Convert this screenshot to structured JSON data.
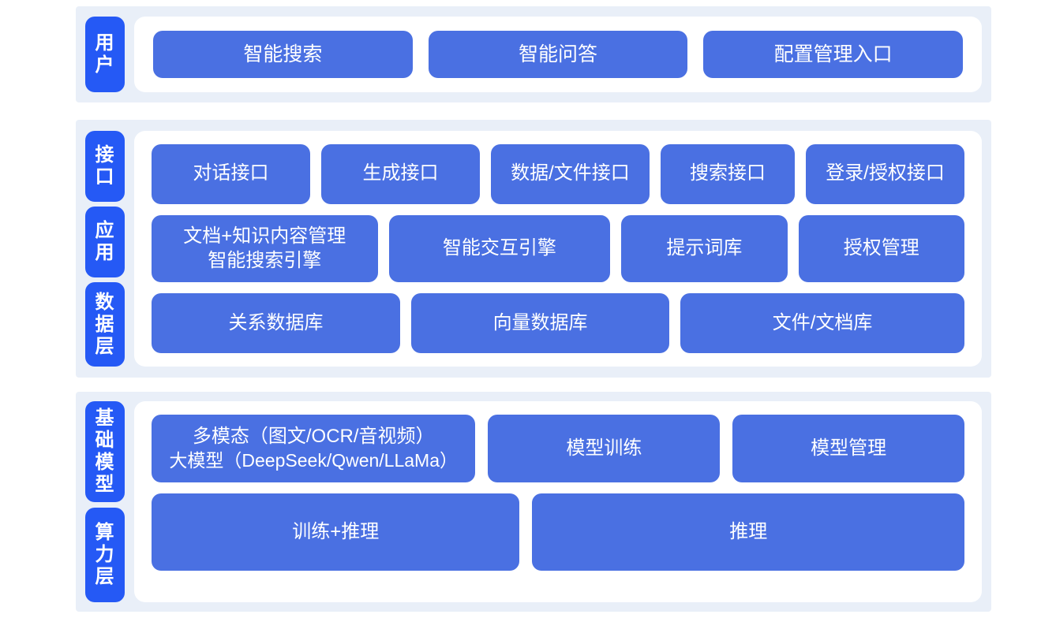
{
  "colors": {
    "tab_blue": "#2559f5",
    "box_blue": "#4a70e2",
    "section_bg": "#e9eff8",
    "card_bg": "#ffffff",
    "text_on_blue": "#ffffff"
  },
  "sections": [
    {
      "id": "user",
      "tabs": [
        {
          "label": "用户"
        }
      ],
      "rows": [
        {
          "id": "user-entries",
          "boxes": [
            {
              "line1": "智能搜索"
            },
            {
              "line1": "智能问答"
            },
            {
              "line1": "配置管理入口"
            }
          ]
        }
      ]
    },
    {
      "id": "middle",
      "tabs": [
        {
          "label": "接口"
        },
        {
          "label": "应用"
        },
        {
          "label": "数据层"
        }
      ],
      "rows": [
        {
          "id": "interface",
          "boxes": [
            {
              "line1": "对话接口"
            },
            {
              "line1": "生成接口"
            },
            {
              "line1": "数据/文件接口"
            },
            {
              "line1": "搜索接口"
            },
            {
              "line1": "登录/授权接口"
            }
          ]
        },
        {
          "id": "application",
          "boxes": [
            {
              "line1": "文档+知识内容管理",
              "line2": "智能搜索引擎"
            },
            {
              "line1": "智能交互引擎"
            },
            {
              "line1": "提示词库"
            },
            {
              "line1": "授权管理"
            }
          ]
        },
        {
          "id": "data",
          "boxes": [
            {
              "line1": "关系数据库"
            },
            {
              "line1": "向量数据库"
            },
            {
              "line1": "文件/文档库"
            }
          ]
        }
      ]
    },
    {
      "id": "base",
      "tabs": [
        {
          "label": "基础模型"
        },
        {
          "label": "算力层"
        }
      ],
      "rows": [
        {
          "id": "models",
          "boxes": [
            {
              "line1": "多模态（图文/OCR/音视频）",
              "line2": "大模型（DeepSeek/Qwen/LLaMa）"
            },
            {
              "line1": "模型训练"
            },
            {
              "line1": "模型管理"
            }
          ]
        },
        {
          "id": "compute",
          "boxes": [
            {
              "line1": "训练+推理"
            },
            {
              "line1": "推理"
            }
          ]
        }
      ]
    }
  ]
}
